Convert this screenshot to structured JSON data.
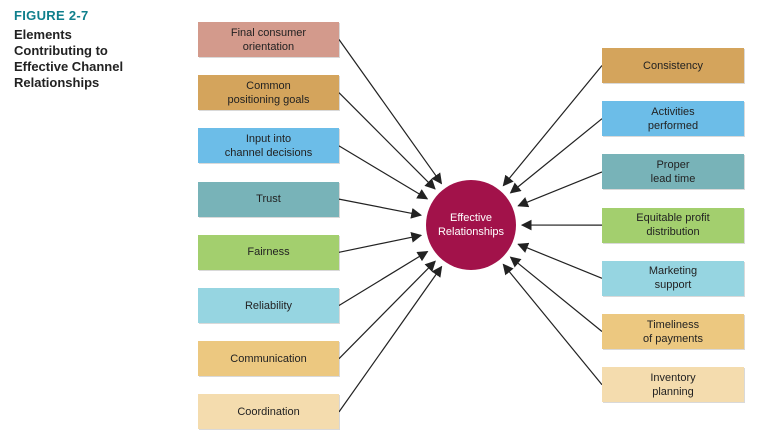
{
  "figure": {
    "label": "FIGURE 2-7",
    "title": "Elements\nContributing to\nEffective Channel\nRelationships"
  },
  "center": {
    "label": "Effective\nRelationships",
    "color": "#a2124a"
  },
  "left_items": [
    {
      "label": "Final consumer\norientation",
      "color": "#d39a8c"
    },
    {
      "label": "Common\npositioning goals",
      "color": "#d4a45c"
    },
    {
      "label": "Input into\nchannel decisions",
      "color": "#6cbde8"
    },
    {
      "label": "Trust",
      "color": "#78b3b8"
    },
    {
      "label": "Fairness",
      "color": "#a3cf6e"
    },
    {
      "label": "Reliability",
      "color": "#96d5e1"
    },
    {
      "label": "Communication",
      "color": "#ecc880"
    },
    {
      "label": "Coordination",
      "color": "#f4dcae"
    }
  ],
  "right_items": [
    {
      "label": "Consistency",
      "color": "#d4a45c"
    },
    {
      "label": "Activities\nperformed",
      "color": "#6cbde8"
    },
    {
      "label": "Proper\nlead time",
      "color": "#78b3b8"
    },
    {
      "label": "Equitable profit\ndistribution",
      "color": "#a3cf6e"
    },
    {
      "label": "Marketing\nsupport",
      "color": "#96d5e1"
    },
    {
      "label": "Timeliness\nof payments",
      "color": "#ecc880"
    },
    {
      "label": "Inventory\nplanning",
      "color": "#f4dcae"
    }
  ]
}
